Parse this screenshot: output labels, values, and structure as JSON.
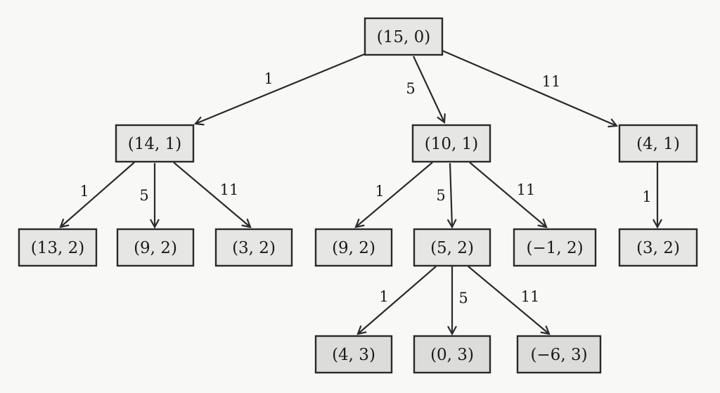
{
  "tree": {
    "nodes": [
      {
        "id": "n0",
        "label": "(15, 0)"
      },
      {
        "id": "n1",
        "label": "(14, 1)"
      },
      {
        "id": "n2",
        "label": "(10, 1)"
      },
      {
        "id": "n3",
        "label": "(4, 1)"
      },
      {
        "id": "n4",
        "label": "(13, 2)"
      },
      {
        "id": "n5",
        "label": "(9, 2)"
      },
      {
        "id": "n6",
        "label": "(3, 2)"
      },
      {
        "id": "n7",
        "label": "(9, 2)"
      },
      {
        "id": "n8",
        "label": "(5, 2)"
      },
      {
        "id": "n9",
        "label": "(−1, 2)"
      },
      {
        "id": "n10",
        "label": "(3, 2)"
      },
      {
        "id": "n11",
        "label": "(4, 3)"
      },
      {
        "id": "n12",
        "label": "(0, 3)"
      },
      {
        "id": "n13",
        "label": "(−6, 3)"
      }
    ],
    "edges": [
      {
        "from": "n0",
        "to": "n1",
        "label": "1"
      },
      {
        "from": "n0",
        "to": "n2",
        "label": "5"
      },
      {
        "from": "n0",
        "to": "n3",
        "label": "11"
      },
      {
        "from": "n1",
        "to": "n4",
        "label": "1"
      },
      {
        "from": "n1",
        "to": "n5",
        "label": "5"
      },
      {
        "from": "n1",
        "to": "n6",
        "label": "11"
      },
      {
        "from": "n2",
        "to": "n7",
        "label": "1"
      },
      {
        "from": "n2",
        "to": "n8",
        "label": "5"
      },
      {
        "from": "n2",
        "to": "n9",
        "label": "11"
      },
      {
        "from": "n3",
        "to": "n10",
        "label": "1"
      },
      {
        "from": "n8",
        "to": "n11",
        "label": "1"
      },
      {
        "from": "n8",
        "to": "n12",
        "label": "5"
      },
      {
        "from": "n8",
        "to": "n13",
        "label": "11"
      }
    ]
  }
}
